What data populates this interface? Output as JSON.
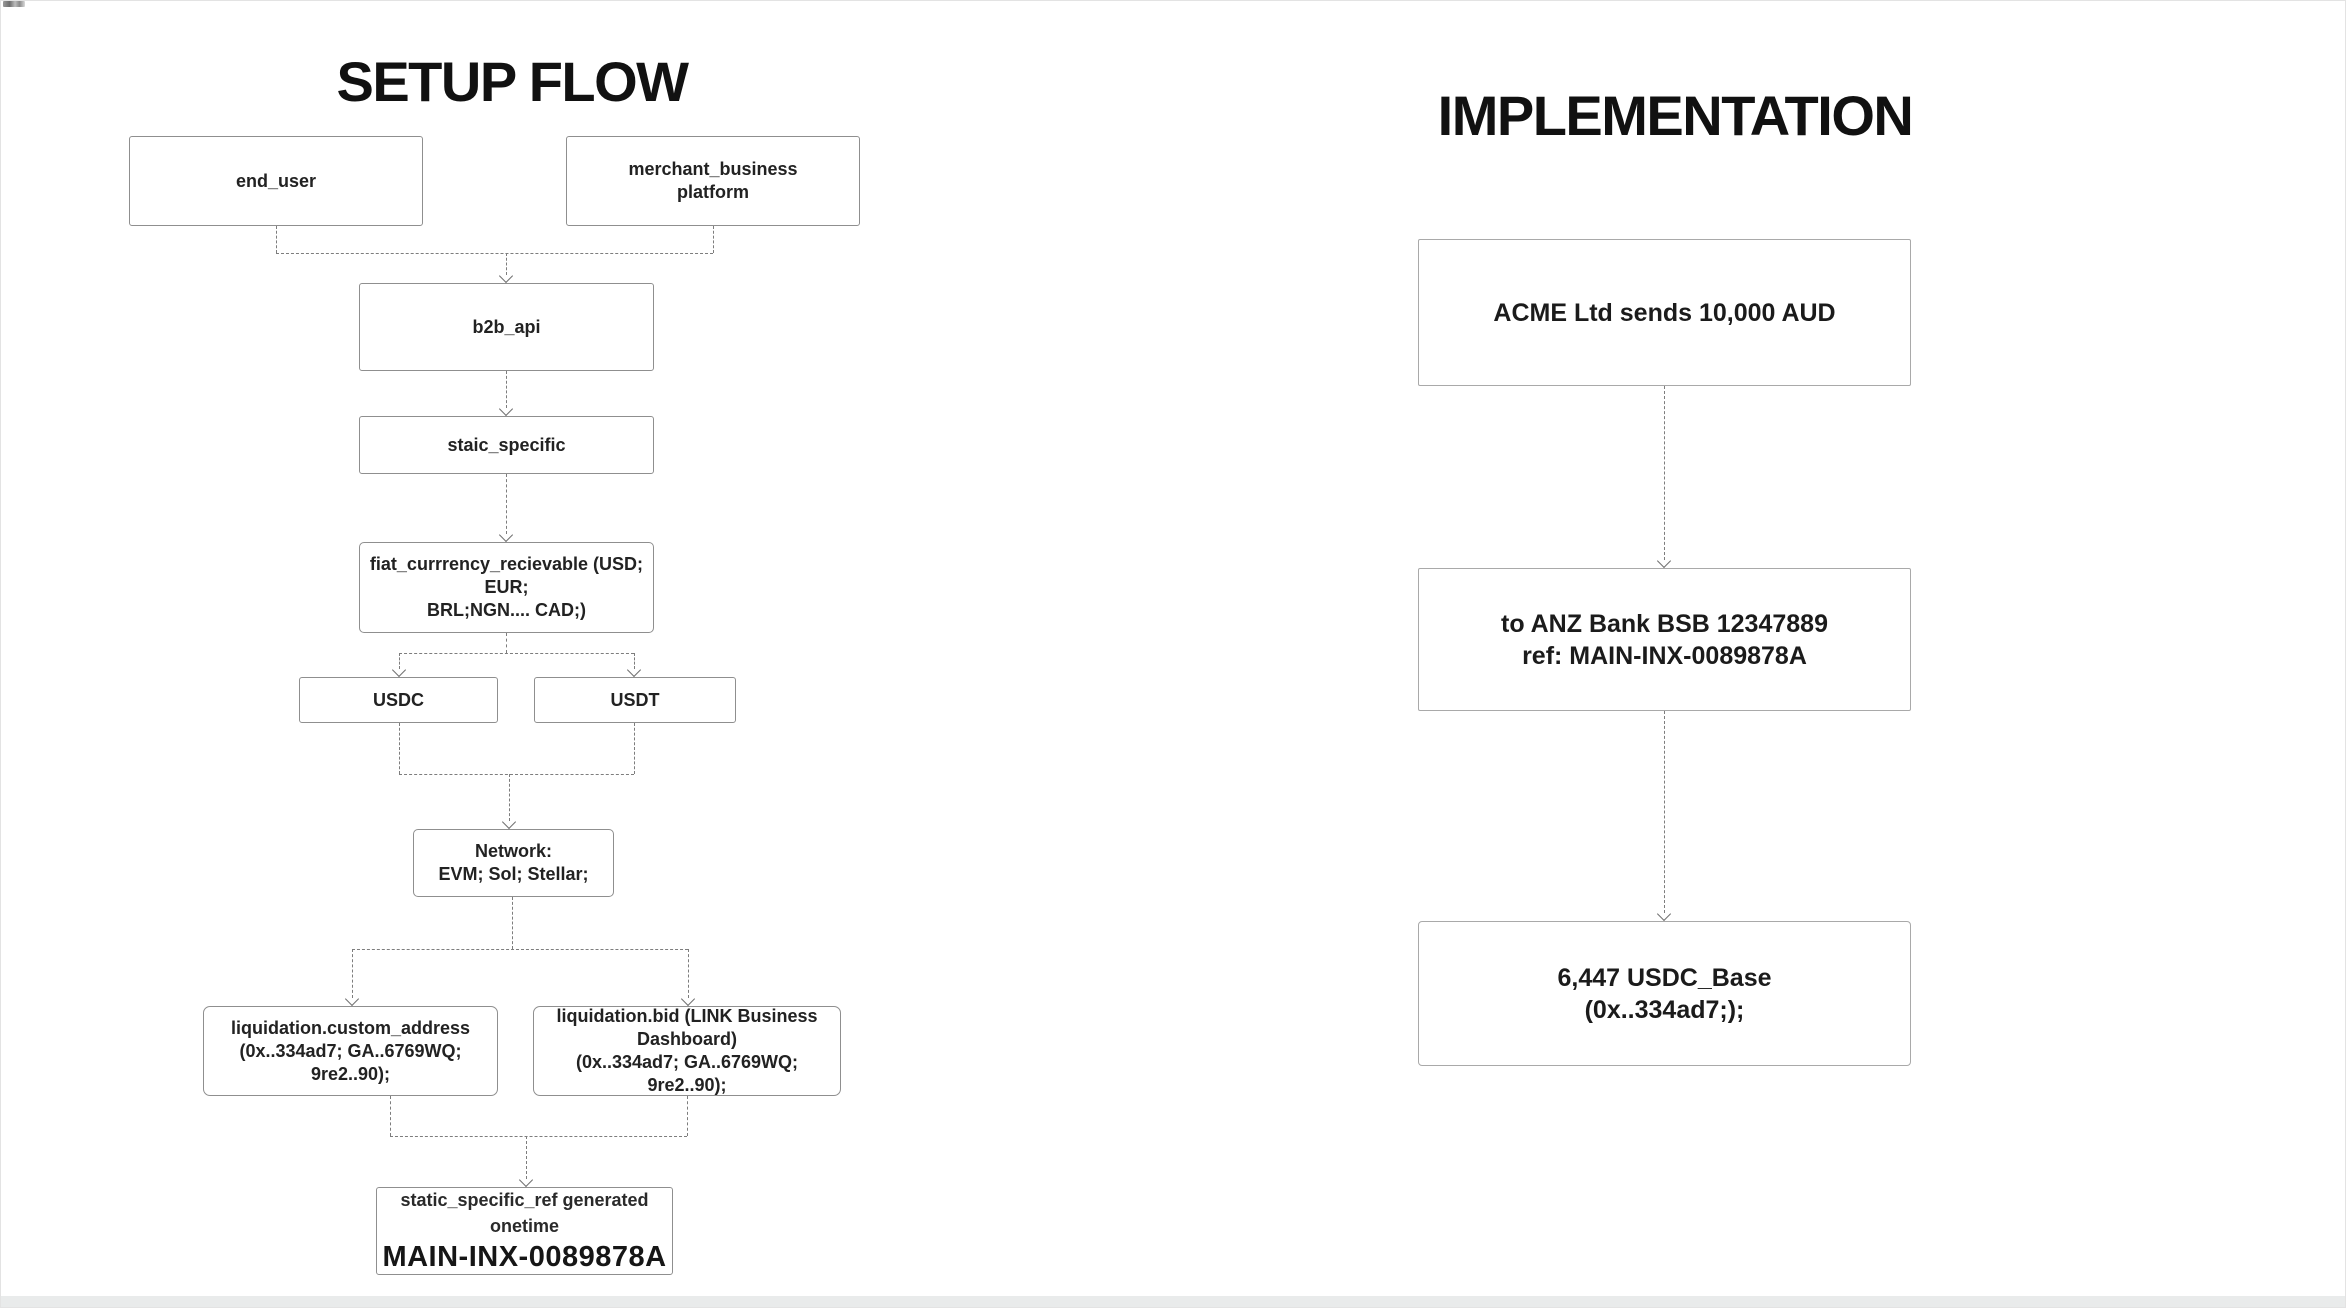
{
  "setup_flow": {
    "title": "SETUP FLOW",
    "nodes": {
      "end_user": {
        "label": "end_user"
      },
      "merchant": {
        "lines": [
          "merchant_business",
          "platform"
        ]
      },
      "b2b_api": {
        "label": "b2b_api"
      },
      "staic_specific": {
        "label": "staic_specific"
      },
      "fiat_receivable": {
        "lines": [
          "fiat_currrency_recievable (USD; EUR;",
          "BRL;NGN.... CAD;)"
        ]
      },
      "usdc": {
        "label": "USDC"
      },
      "usdt": {
        "label": "USDT"
      },
      "network": {
        "lines": [
          "Network:",
          "EVM; Sol; Stellar;"
        ]
      },
      "liquidation_custom": {
        "lines": [
          "liquidation.custom_address",
          "(0x..334ad7; GA..6769WQ; 9re2..90);"
        ]
      },
      "liquidation_bid": {
        "lines": [
          "liquidation.bid (LINK Business Dashboard)",
          "(0x..334ad7; GA..6769WQ; 9re2..90);"
        ]
      },
      "static_ref": {
        "caption": "static_specific_ref generated onetime",
        "reference": "MAIN-INX-0089878A"
      }
    }
  },
  "implementation": {
    "title": "IMPLEMENTATION",
    "nodes": {
      "acme": {
        "label": "ACME Ltd sends 10,000 AUD"
      },
      "anz": {
        "lines": [
          "to ANZ Bank BSB 12347889",
          "ref: MAIN-INX-0089878A"
        ]
      },
      "usdc_base": {
        "lines": [
          "6,447 USDC_Base",
          "(0x..334ad7;);"
        ]
      }
    }
  }
}
